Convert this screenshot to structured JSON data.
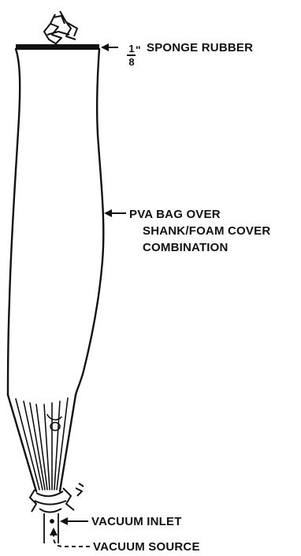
{
  "labels": {
    "sponge_rubber_numerator": "1",
    "sponge_rubber_denominator": "8",
    "sponge_rubber_inch_mark": "\"",
    "sponge_rubber_text": "SPONGE RUBBER",
    "pva_bag_line1": "PVA BAG OVER",
    "pva_bag_line2": "SHANK/FOAM COVER",
    "pva_bag_line3": "COMBINATION",
    "vacuum_inlet": "VACUUM INLET",
    "vacuum_source": "VACUUM SOURCE"
  },
  "colors": {
    "ink": "#111111",
    "background": "#ffffff"
  }
}
